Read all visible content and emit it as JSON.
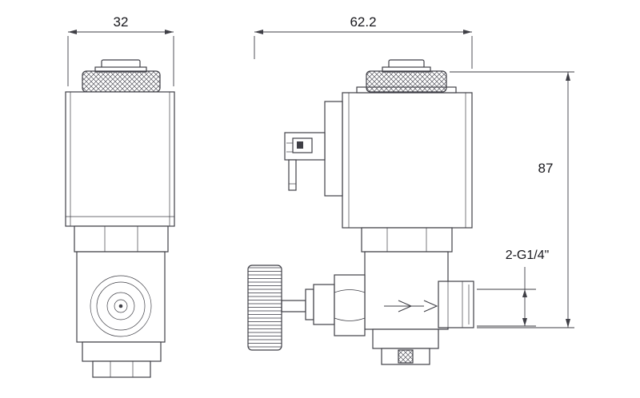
{
  "drawing": {
    "type": "technical-drawing",
    "subject": "solenoid valve two-view engineering drawing",
    "line_color": "#3f3f46",
    "background_color": "#ffffff",
    "views": {
      "front": "front view with coil, knurled cap and port boss circles",
      "side": "side view with DIN connector, manual knob and G1/4 ports"
    },
    "dimensions": {
      "front_width_mm": "32",
      "side_depth_mm": "62.2",
      "overall_height_mm": "87",
      "port_spec": "2-G1/4\""
    }
  }
}
